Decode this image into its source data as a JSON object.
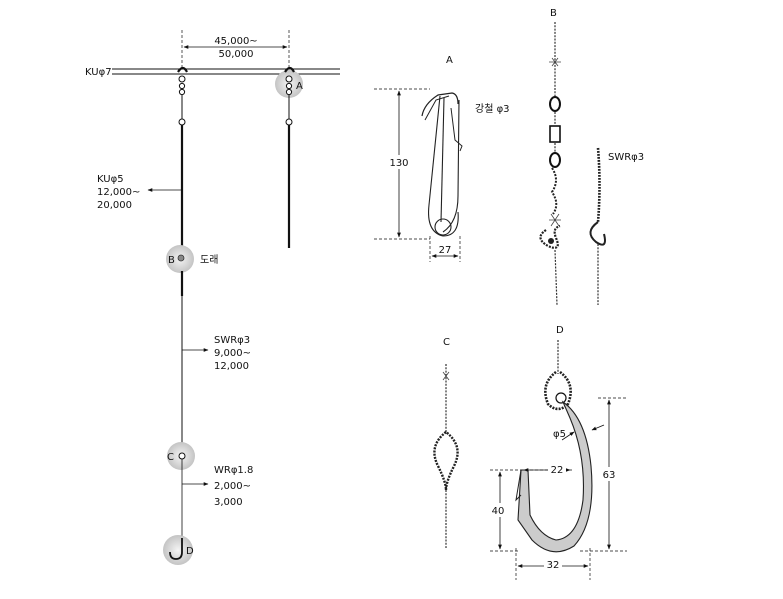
{
  "colors": {
    "ink": "#111111",
    "marker_fill": "#d6d6d6",
    "hook_fill": "#cccccc",
    "background": "#ffffff"
  },
  "overview": {
    "main_line_label": "KUφ7",
    "spacing": {
      "line1": "45,000~",
      "line2": "50,000"
    },
    "branch": {
      "label": "KUφ5",
      "line1": "12,000~",
      "line2": "20,000"
    },
    "swivel_label": "도래",
    "swr": {
      "label": "SWRφ3",
      "line1": "9,000~",
      "line2": "12,000"
    },
    "wr": {
      "label": "WRφ1.8",
      "line1": "2,000~",
      "line2": "3,000"
    },
    "markers": {
      "a": "A",
      "b": "B",
      "c": "C",
      "d": "D"
    }
  },
  "detail_a": {
    "title": "A",
    "material": "강철 φ3",
    "height": "130",
    "width": "27"
  },
  "detail_b": {
    "title": "B",
    "label": "SWRφ3"
  },
  "detail_c": {
    "title": "C"
  },
  "detail_d": {
    "title": "D",
    "wire": "φ5",
    "height": "63",
    "gap": "22",
    "barb": "40",
    "width": "32"
  }
}
